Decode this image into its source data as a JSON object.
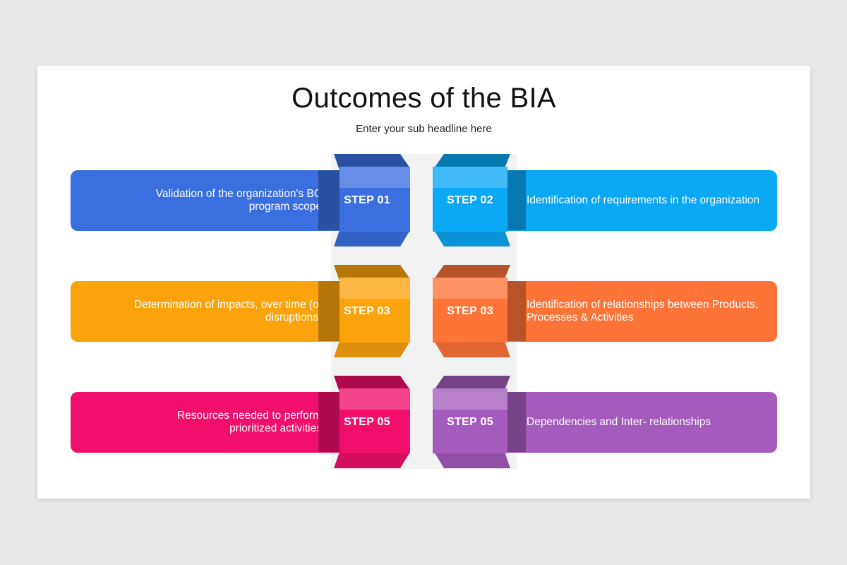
{
  "title": "Outcomes of the BIA",
  "subtitle": "Enter your sub headline here",
  "steps": [
    {
      "label": "STEP 01",
      "text": "Validation of the organization's BC program scope",
      "color": "#3a6fe0"
    },
    {
      "label": "STEP 02",
      "text": "Identification of requirements  in the organization",
      "color": "#0aa8f5"
    },
    {
      "label": "STEP 03",
      "text": "Determination of impacts, over time (of disruptions)",
      "color": "#fba30d"
    },
    {
      "label": "STEP 03",
      "text": "Identification of relationships between Products, Processes & Activities",
      "color": "#fe7338"
    },
    {
      "label": "STEP 05",
      "text": "Resources  needed to perform prioritized activities",
      "color": "#f10f6c"
    },
    {
      "label": "STEP 05",
      "text": "Dependencies  and Inter- relationships",
      "color": "#a45bbd"
    }
  ]
}
